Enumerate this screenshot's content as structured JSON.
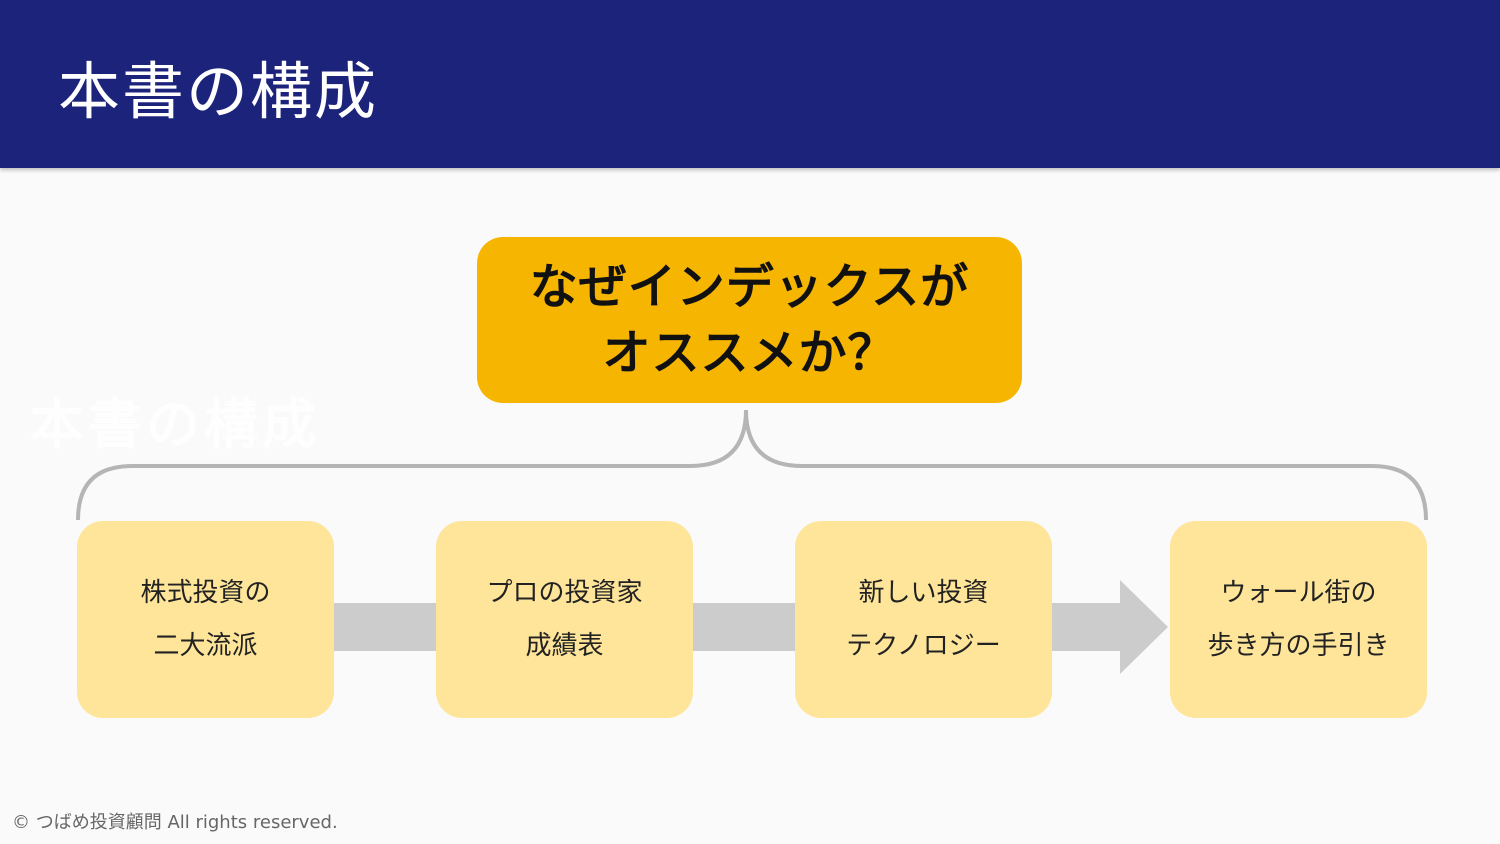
{
  "header": {
    "title": "本書の構成"
  },
  "watermark": "本書の構成",
  "main_question": {
    "line1": "なぜインデックスが",
    "line2": "オススメか？"
  },
  "sections": [
    {
      "line1": "株式投資の",
      "line2": "二大流派"
    },
    {
      "line1": "プロの投資家",
      "line2": "成績表"
    },
    {
      "line1": "新しい投資",
      "line2": "テクノロジー"
    },
    {
      "line1": "ウォール街の",
      "line2": "歩き方の手引き"
    }
  ],
  "footer": "© つばめ投資顧問 All rights reserved.",
  "colors": {
    "header": "#1c237b",
    "main_box": "#f6b500",
    "section_box": "#fee59a",
    "arrow": "#cccccc",
    "brace": "#b5b5b5"
  }
}
